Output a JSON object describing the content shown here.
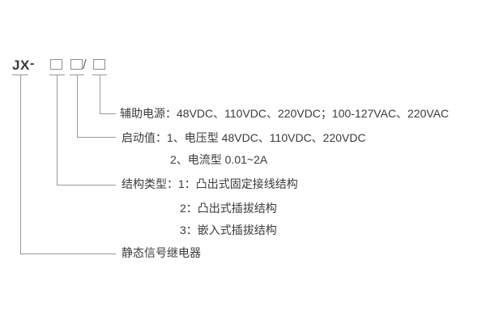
{
  "diagram": {
    "title_meaning": "relay-model-nomenclature",
    "model": {
      "prefix": "JX",
      "dash": "-",
      "slash": "/"
    },
    "rows": [
      {
        "key": "aux-power",
        "text": "辅助电源：48VDC、110VDC、220VDC；100-127VAC、220VAC"
      },
      {
        "key": "pickup-value",
        "text": "启动值：1、电压型 48VDC、110VDC、220VDC"
      },
      {
        "key": "pickup-value-2",
        "text": "2、电流型 0.01~2A"
      },
      {
        "key": "structure-type",
        "text": "结构类型：1：凸出式固定接线结构"
      },
      {
        "key": "structure-type-2",
        "text": "2：凸出式插拔结构"
      },
      {
        "key": "structure-type-3",
        "text": "3：嵌入式插拔结构"
      },
      {
        "key": "product-name",
        "text": "静态信号继电器"
      }
    ],
    "colors": {
      "line": "#9a9a9a",
      "text": "#3b3b3b",
      "box_border": "#8f8f8f",
      "background": "#ffffff"
    }
  }
}
